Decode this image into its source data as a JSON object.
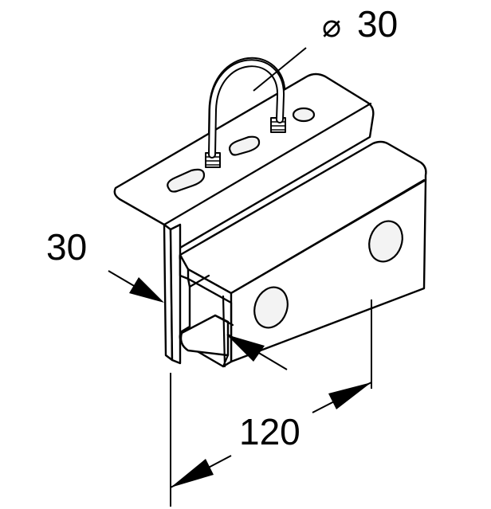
{
  "drawing": {
    "dimensions": {
      "diameter_symbol": "⌀",
      "diameter_value": "30",
      "thickness_value": "30",
      "length_value": "120"
    },
    "colors": {
      "line": "#000000",
      "background": "#ffffff",
      "hole_fill": "#f3f3f3"
    }
  }
}
